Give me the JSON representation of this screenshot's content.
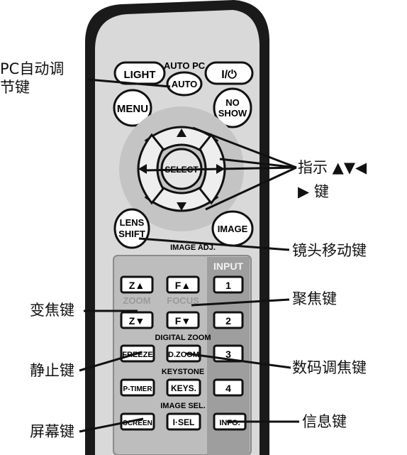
{
  "callouts": {
    "auto_pc_key_line1": "PC自动调",
    "auto_pc_key_line2": "节键",
    "direction_keys_line1": "指示 ▲▼◀",
    "direction_keys_line2": "▶ 键",
    "lens_shift_key": "镜头移动键",
    "zoom_key": "变焦键",
    "focus_key": "聚焦键",
    "freeze_key": "静止键",
    "digital_zoom_key": "数码调焦键",
    "screen_key": "屏幕键",
    "info_key": "信息键"
  },
  "remote": {
    "light": "LIGHT",
    "auto_pc_label": "AUTO PC",
    "auto": "AUTO",
    "power": "I/⏻",
    "menu": "MENU",
    "no_show_line1": "NO",
    "no_show_line2": "SHOW",
    "select": "SELECT",
    "lens_shift_line1": "LENS",
    "lens_shift_line2": "SHIFT",
    "image": "IMAGE",
    "image_adj_label": "IMAGE ADJ.",
    "input_label": "INPUT",
    "zoom_up": "Z▲",
    "focus_up": "F▲",
    "input_1": "1",
    "zoom_label": "ZOOM",
    "focus_label": "FOCUS",
    "zoom_down": "Z▼",
    "focus_down": "F▼",
    "input_2": "2",
    "digital_zoom_label": "DIGITAL ZOOM",
    "freeze": "FREEZE",
    "d_zoom": "D.ZOOM",
    "input_3": "3",
    "keystone_label": "KEYSTONE",
    "p_timer": "P-TIMER",
    "keys": "KEYS.",
    "input_4": "4",
    "image_sel_label": "IMAGE SEL.",
    "screen": "SCREEN",
    "i_sel": "I·SEL",
    "info": "INFO."
  }
}
